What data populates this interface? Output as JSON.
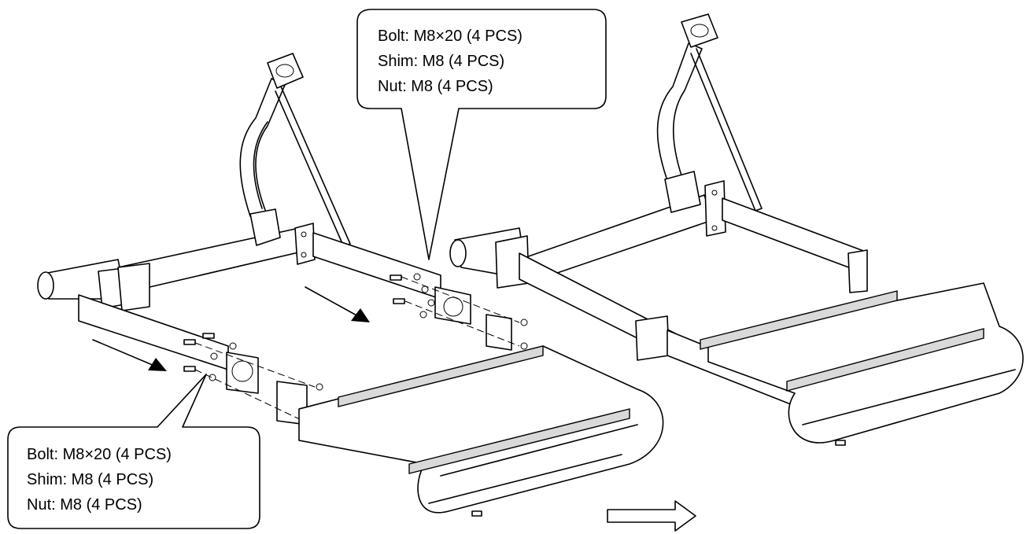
{
  "callouts": [
    {
      "bolt": "Bolt: M8×20 (4 PCS)",
      "shim": "Shim:  M8 (4 PCS)",
      "nut": "Nut: M8 (4 PCS)"
    },
    {
      "bolt": "Bolt: M8×20 (4 PCS)",
      "shim": "Shim:  M8 (4 PCS)",
      "nut": "Nut: M8 (4 PCS)"
    }
  ],
  "arrows": {
    "assembly_direction": "arrow-right-outline-icon",
    "insert_direction": "arrow-down-right-icon"
  },
  "colors": {
    "line": "#000000",
    "background": "#ffffff",
    "shade": "#d9d9d9"
  }
}
